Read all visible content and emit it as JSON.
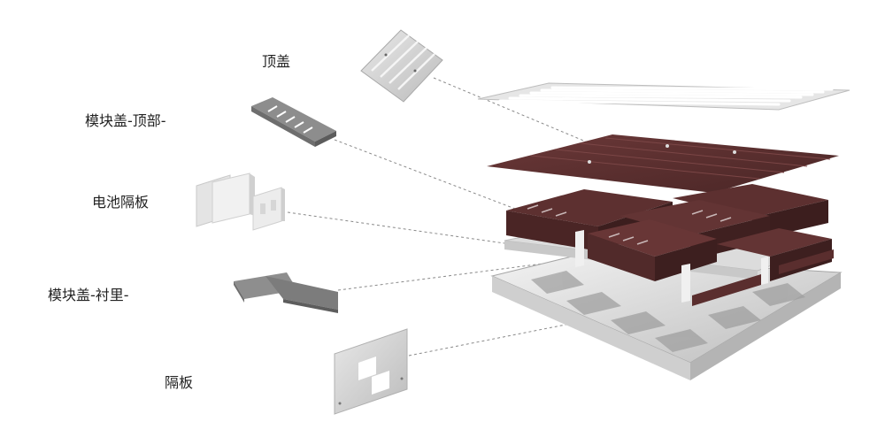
{
  "labels": {
    "top_cover": "顶盖",
    "module_cover_top": "模块盖-顶部-",
    "cell_divider": "电池隔板",
    "module_cover_lining": "模块盖-衬里-",
    "partition": "隔板"
  },
  "colors": {
    "cover_brown": "#5b2f2f",
    "light_metal": "#d9d9d9",
    "steel": "#b8b8b8",
    "leader_line": "#8a8a8a"
  }
}
